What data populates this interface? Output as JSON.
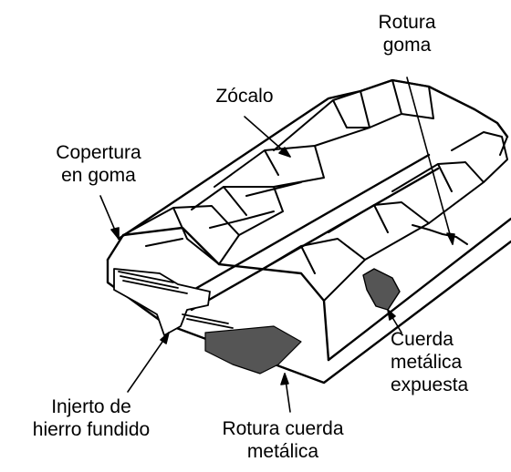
{
  "figure": {
    "labels": {
      "rotura_goma": [
        "Rotura",
        "goma"
      ],
      "zocalo": [
        "Zócalo"
      ],
      "copertura": [
        "Copertura",
        "en goma"
      ],
      "cuerda_expuesta": [
        "Cuerda",
        "metálica",
        "expuesta"
      ],
      "injerto": [
        "Injerto de",
        "hierro fundido"
      ],
      "rotura_cuerda": [
        "Rotura cuerda",
        "metálica"
      ]
    },
    "colors": {
      "ink": "#000000",
      "paper": "#ffffff",
      "shade": "#555555"
    }
  }
}
